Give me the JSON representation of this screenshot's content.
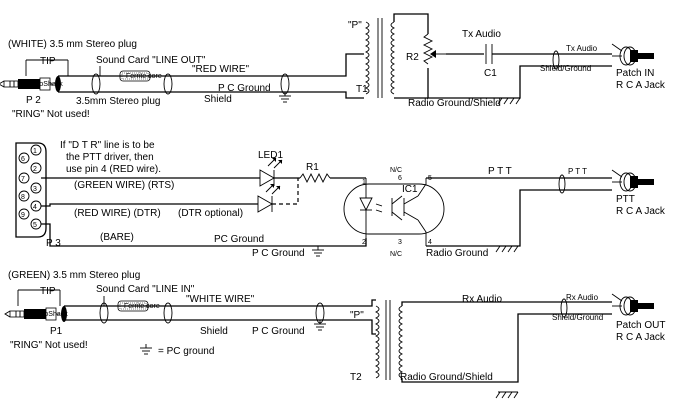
{
  "top": {
    "white_plug": "(WHITE) 3.5 mm Stereo plug",
    "tip": "TIP",
    "p2": "P 2",
    "plug_bottom": "3.5mm Stereo plug",
    "ring_unused": "\"RING\" Not used!",
    "sound_card": "Sound Card \"LINE OUT\"",
    "red_wire": "\"RED WIRE\"",
    "shield": "Shield",
    "pc_ground": "P C Ground",
    "p_label": "\"P\"",
    "t1": "T1",
    "r2": "R2",
    "tx_audio": "Tx Audio",
    "c1": "C1",
    "radio_ground_shield": "Radio Ground/Shield",
    "tx_audio_small": "Tx Audio",
    "shield_ground": "Shield/Ground",
    "patch_in": "Patch IN",
    "rca_jack": "R C A Jack",
    "ferrite": "Ferrite core"
  },
  "middle": {
    "dtr_note_1": "If \"D T R\" line is to be",
    "dtr_note_2": "the PTT driver, then",
    "dtr_note_3": "use pin 4 (RED wire).",
    "pins": [
      "1",
      "6",
      "2",
      "7",
      "3",
      "8",
      "4",
      "9",
      "5"
    ],
    "green_wire": "(GREEN WIRE) (RTS)",
    "red_wire": "(RED WIRE) (DTR)",
    "dtr_optional": "(DTR optional)",
    "bare": "(BARE)",
    "pc_ground_1": "PC Ground",
    "pc_ground_2": "P C Ground",
    "p3": "P 3",
    "led1": "LED1",
    "r1": "R1",
    "ic1": "IC1",
    "nc_top": "N/C",
    "nc_bottom": "N/C",
    "ic_pins": [
      "1",
      "2",
      "4",
      "5",
      "6",
      "3"
    ],
    "ptt": "P T T",
    "ptt_small": "P T T",
    "ptt_jack": "PTT",
    "rca_jack": "R C A Jack",
    "radio_ground": "Radio Ground"
  },
  "bottom": {
    "green_plug": "(GREEN) 3.5 mm Stereo plug",
    "tip": "TIP",
    "p1": "P1",
    "ring_unused": "\"RING\" Not used!",
    "sound_card": "Sound Card \"LINE IN\"",
    "white_wire": "\"WHITE WIRE\"",
    "shield": "Shield",
    "pc_ground": "P C Ground",
    "legend": "= PC ground",
    "p_label": "\"P\"",
    "t2": "T2",
    "rx_audio": "Rx Audio",
    "rx_audio_small": "Rx Audio",
    "shield_ground": "Shield/Ground",
    "radio_ground_shield": "Radio Ground/Shield",
    "patch_out": "Patch OUT",
    "rca_jack": "R C A Jack",
    "ferrite": "Ferrite core"
  }
}
